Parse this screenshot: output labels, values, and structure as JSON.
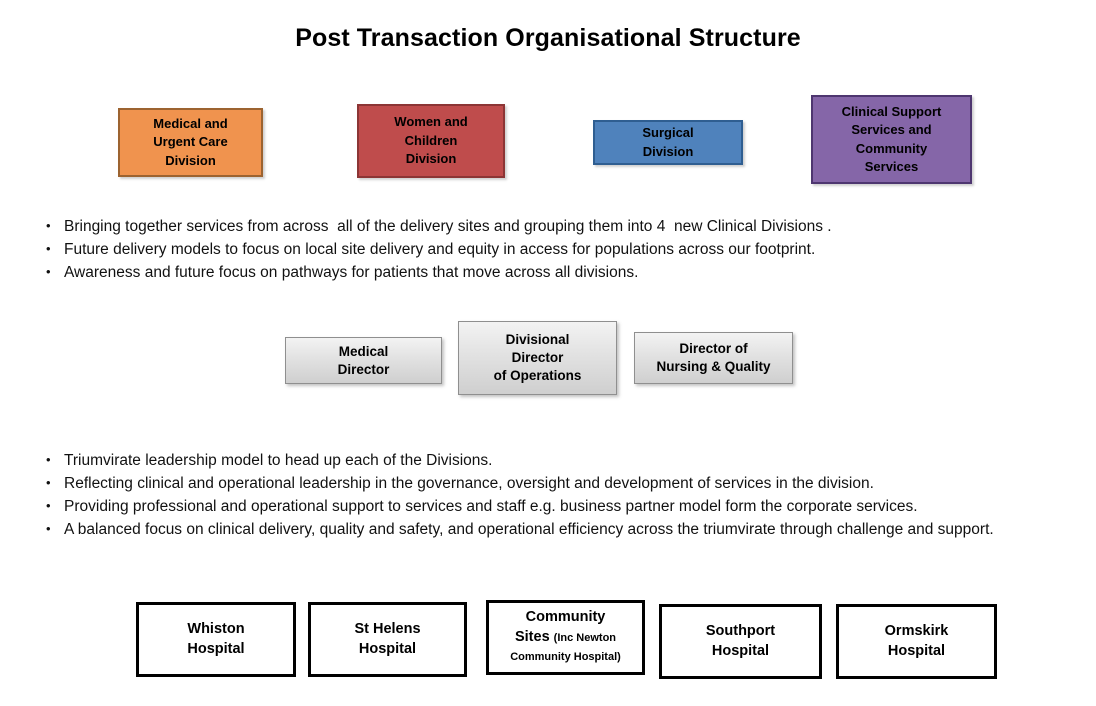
{
  "slide": {
    "title": "Post Transaction Organisational Structure",
    "background_color": "#FFFFFF"
  },
  "divisions": {
    "section_name": "clinical-divisions",
    "boxes": [
      {
        "label": "Medical  and\nUrgent Care\nDivision",
        "fill": "#F0934E",
        "border": "#9C6330"
      },
      {
        "label": "Women and\nChildren\nDivision",
        "fill": "#BF4C4C",
        "border": "#8C3535"
      },
      {
        "label": "Surgical\nDivision",
        "fill": "#4F82BC",
        "border": "#2F5E91"
      },
      {
        "label": "Clinical Support\nServices and\nCommunity\nServices",
        "fill": "#8566A8",
        "border": "#4E3670"
      }
    ]
  },
  "divisions_bullets": {
    "marker": "•",
    "items": [
      "Bringing together services from across  all of the delivery sites and grouping them into 4  new Clinical Divisions .",
      "Future delivery models to focus on local site delivery and equity in access for populations across our footprint.",
      "Awareness and future focus on pathways for patients that move across all divisions."
    ]
  },
  "directors": {
    "section_name": "triumvirate-leadership",
    "boxes": [
      {
        "label": "Medical\nDirector"
      },
      {
        "label": "Divisional\nDirector\nof Operations"
      },
      {
        "label": "Director of\nNursing & Quality"
      }
    ]
  },
  "triumvirate_bullets": {
    "marker": "•",
    "items": [
      "Triumvirate leadership model to head up each of the Divisions.",
      "Reflecting clinical and operational leadership in the governance, oversight and development of services in the division.",
      "Providing professional and operational support to services and staff e.g. business partner model form the corporate services.",
      "A balanced focus on clinical delivery, quality and safety, and operational efficiency across the triumvirate through challenge and support."
    ]
  },
  "sites": {
    "section_name": "hospital-sites",
    "boxes": [
      {
        "label": "Whiston\nHospital",
        "note": ""
      },
      {
        "label": "St Helens\nHospital",
        "note": ""
      },
      {
        "label": "Community\nSites ",
        "note": "(Inc Newton Community Hospital)"
      },
      {
        "label": "Southport\nHospital",
        "note": ""
      },
      {
        "label": "Ormskirk\nHospital",
        "note": ""
      }
    ]
  }
}
